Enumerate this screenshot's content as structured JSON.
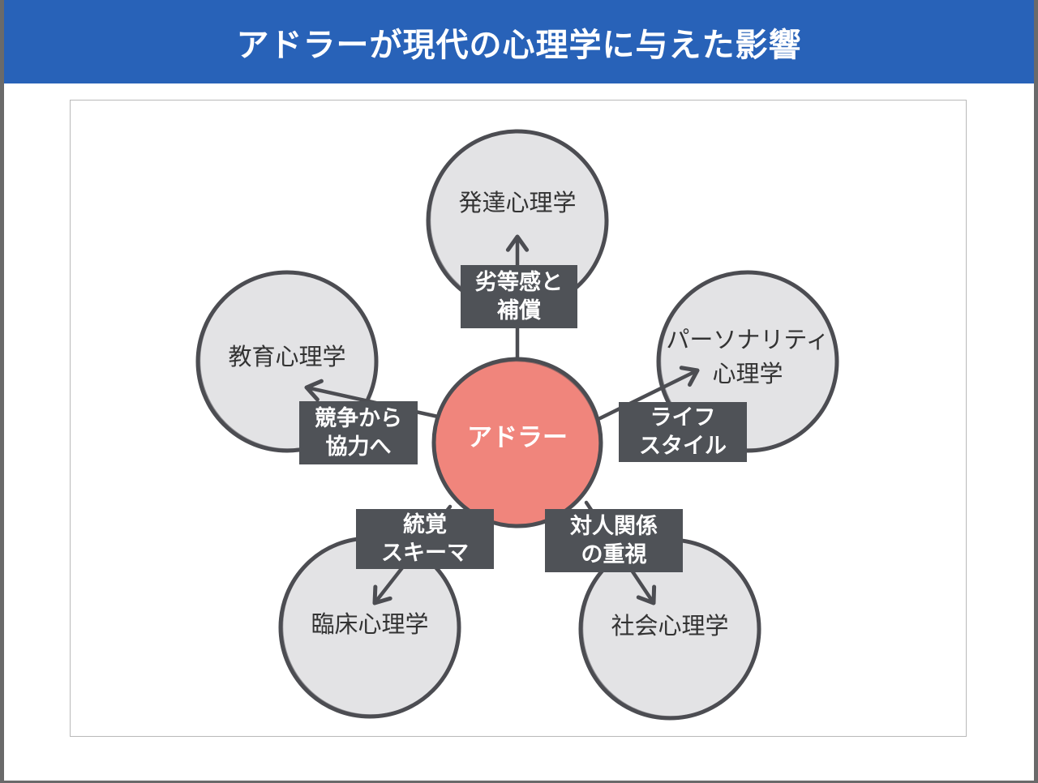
{
  "title": "アドラーが現代の心理学に与えた影響",
  "center": {
    "label": "アドラー",
    "color": "#f0857c"
  },
  "colors": {
    "header": "#2862b8",
    "node_fill": "#e3e3e5",
    "stroke": "#4c4d52",
    "label_box": "#4f5257"
  },
  "nodes": [
    {
      "id": "development",
      "lines": [
        "発達心理学"
      ]
    },
    {
      "id": "personality",
      "lines": [
        "パーソナリティ",
        "心理学"
      ]
    },
    {
      "id": "social",
      "lines": [
        "社会心理学"
      ]
    },
    {
      "id": "clinical",
      "lines": [
        "臨床心理学"
      ]
    },
    {
      "id": "education",
      "lines": [
        "教育心理学"
      ]
    }
  ],
  "edges": [
    {
      "to": "development",
      "lines": [
        "劣等感と",
        "補償"
      ]
    },
    {
      "to": "personality",
      "lines": [
        "ライフ",
        "スタイル"
      ]
    },
    {
      "to": "social",
      "lines": [
        "対人関係",
        "の重視"
      ]
    },
    {
      "to": "clinical",
      "lines": [
        "統覚",
        "スキーマ"
      ]
    },
    {
      "to": "education",
      "lines": [
        "競争から",
        "協力へ"
      ]
    }
  ]
}
